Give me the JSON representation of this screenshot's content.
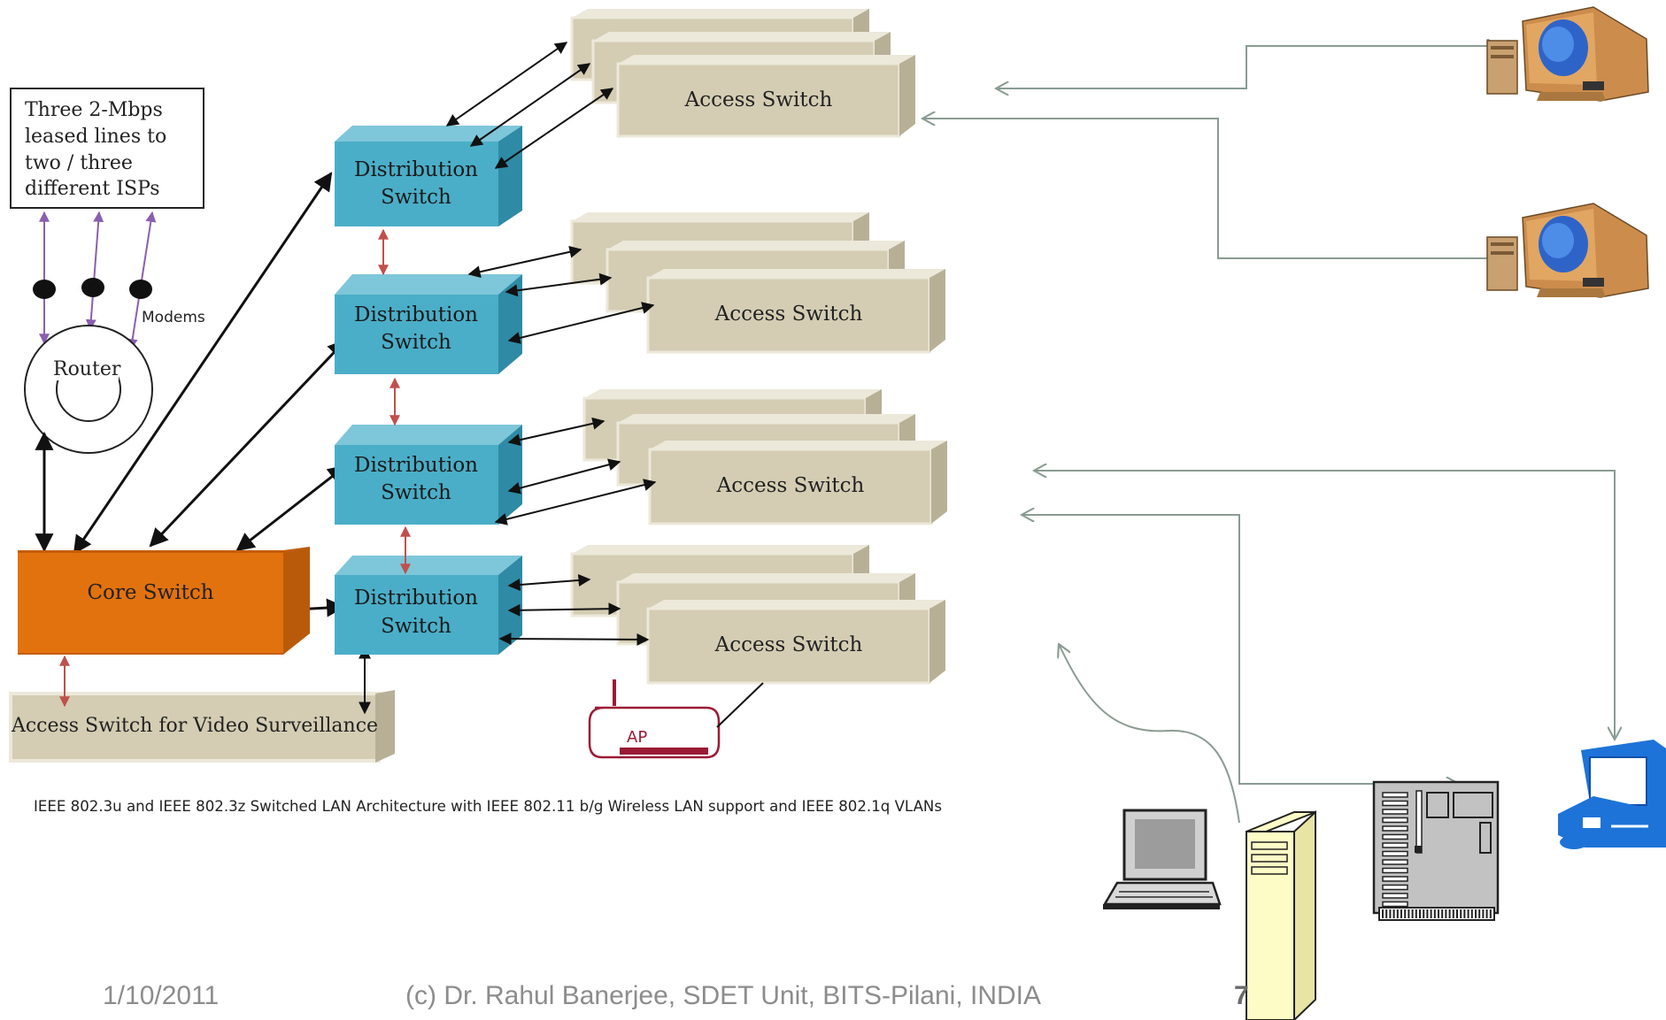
{
  "isp_box": {
    "lines": [
      "Three 2-Mbps",
      "leased lines to",
      "two / three",
      "different ISPs"
    ]
  },
  "labels": {
    "modems": "Modems",
    "router": "Router",
    "core_switch": "Core Switch",
    "distribution_line1": "Distribution",
    "distribution_line2": "Switch",
    "access_switch": "Access Switch",
    "video_switch": "Access Switch for Video Surveillance",
    "ap": "AP"
  },
  "caption": "IEEE 802.3u and IEEE 802.3z Switched LAN Architecture with IEEE 802.11 b/g Wireless LAN support and IEEE 802.1q VLANs",
  "footer": {
    "date": "1/10/2011",
    "credit": "(c) Dr. Rahul Banerjee, SDET Unit, BITS-Pilani, INDIA",
    "page": "7"
  },
  "colors": {
    "core": "#e2720e",
    "distribution": "#4aaec8",
    "access": "#d4cdb3",
    "connector": "#8a9c92",
    "modem_link": "#8a5fb0",
    "red_link": "#c0504d",
    "ap": "#9b1b35",
    "server": "#fdfbc6",
    "blue_pc": "#1e73d8"
  },
  "icons": [
    "desktop-computer-icon",
    "laptop-icon",
    "tower-server-icon",
    "rack-server-icon",
    "blue-workstation-icon",
    "wireless-access-point-icon",
    "modem-icon",
    "router-icon"
  ]
}
